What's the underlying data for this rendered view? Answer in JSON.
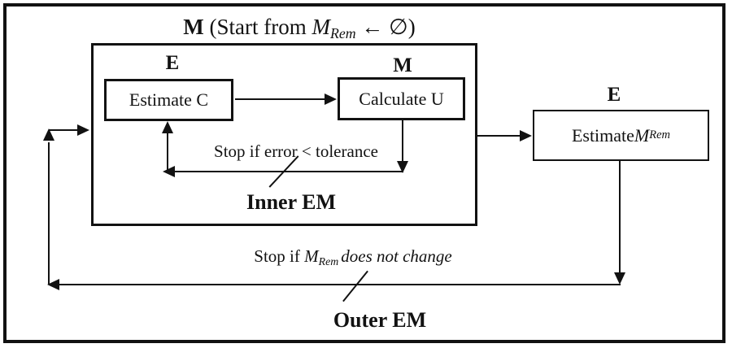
{
  "colors": {
    "ink": "#121212",
    "background": "#ffffff"
  },
  "figure": {
    "title": {
      "m_bold": "M",
      "mid": " (Start from ",
      "var": "M",
      "var_sub": "Rem",
      "end": " ← ∅)"
    },
    "inner": {
      "e_label": "E",
      "m_label": "M",
      "estimate_c": "Estimate C",
      "calculate_u": "Calculate U",
      "stop_condition": "Stop if error < tolerance",
      "caption": "Inner EM"
    },
    "outer": {
      "e_label": "E",
      "estimate_prefix": "Estimate ",
      "estimate_var": "M",
      "estimate_sub": "Rem",
      "stop_prefix": "Stop if ",
      "stop_var": "M",
      "stop_sub": "Rem",
      "stop_suffix": "does not change",
      "caption": "Outer EM"
    }
  }
}
